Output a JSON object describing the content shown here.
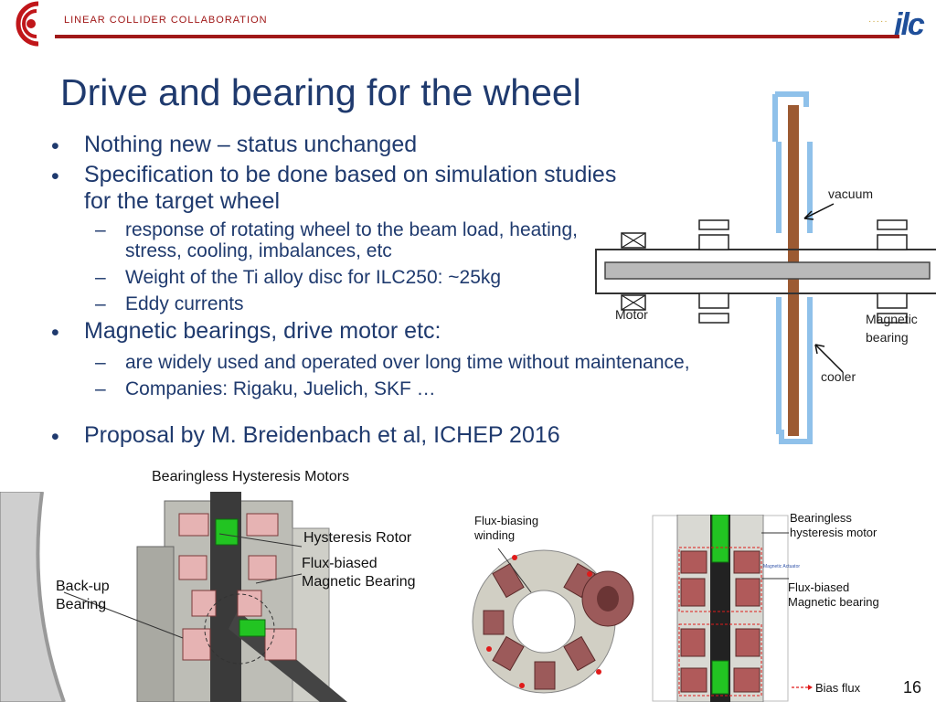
{
  "header": {
    "org_name": "LINEAR COLLIDER COLLABORATION",
    "brand_color": "#a01818",
    "logo_left": "lc-logo",
    "logo_right": "ilc",
    "logo_right_dots": "·····"
  },
  "slide": {
    "title": "Drive and bearing for the wheel",
    "number": "16",
    "bullets": [
      {
        "marker": "•",
        "text": "Nothing new – status unchanged"
      },
      {
        "marker": "•",
        "text": "Specification to be done based on simulation studies",
        "cont": "for the target wheel",
        "subs": [
          {
            "marker": "–",
            "text": "response of rotating wheel to the beam load, heating,",
            "cont": "stress, cooling, imbalances, etc"
          },
          {
            "marker": "–",
            "text": "Weight of the Ti alloy disc for ILC250: ~25kg"
          },
          {
            "marker": "–",
            "text": "Eddy currents"
          }
        ]
      },
      {
        "marker": "•",
        "text": "Magnetic bearings, drive motor etc:",
        "subs": [
          {
            "marker": "–",
            "text": "are widely used and operated over long time without maintenance,"
          },
          {
            "marker": "–",
            "text": "Companies: Rigaku, Juelich, SKF …"
          }
        ]
      },
      {
        "marker": "•",
        "text": "Proposal by M. Breidenbach et al, ICHEP 2016"
      }
    ]
  },
  "wheel_diagram": {
    "labels": {
      "vacuum": "vacuum",
      "motor": "Motor",
      "magnetic_bearing_1": "Magnetic",
      "magnetic_bearing_2": "bearing",
      "cooler": "cooler"
    }
  },
  "motor_figure": {
    "title": "Bearingless Hysteresis Motors",
    "hysteresis_rotor": "Hysteresis Rotor",
    "flux_biased_1": "Flux-biased",
    "flux_biased_2": "Magnetic Bearing",
    "backup_1": "Back-up",
    "backup_2": "Bearing"
  },
  "flux_figure": {
    "flux_biasing_1": "Flux-biasing",
    "flux_biasing_2": "winding",
    "bearingless_1": "Bearingless",
    "bearingless_2": "hysteresis motor",
    "flux_biased_1": "Flux-biased",
    "flux_biased_2": "Magnetic bearing",
    "small_label": "Magnetic Actuator",
    "bias_flux": "Bias flux"
  }
}
